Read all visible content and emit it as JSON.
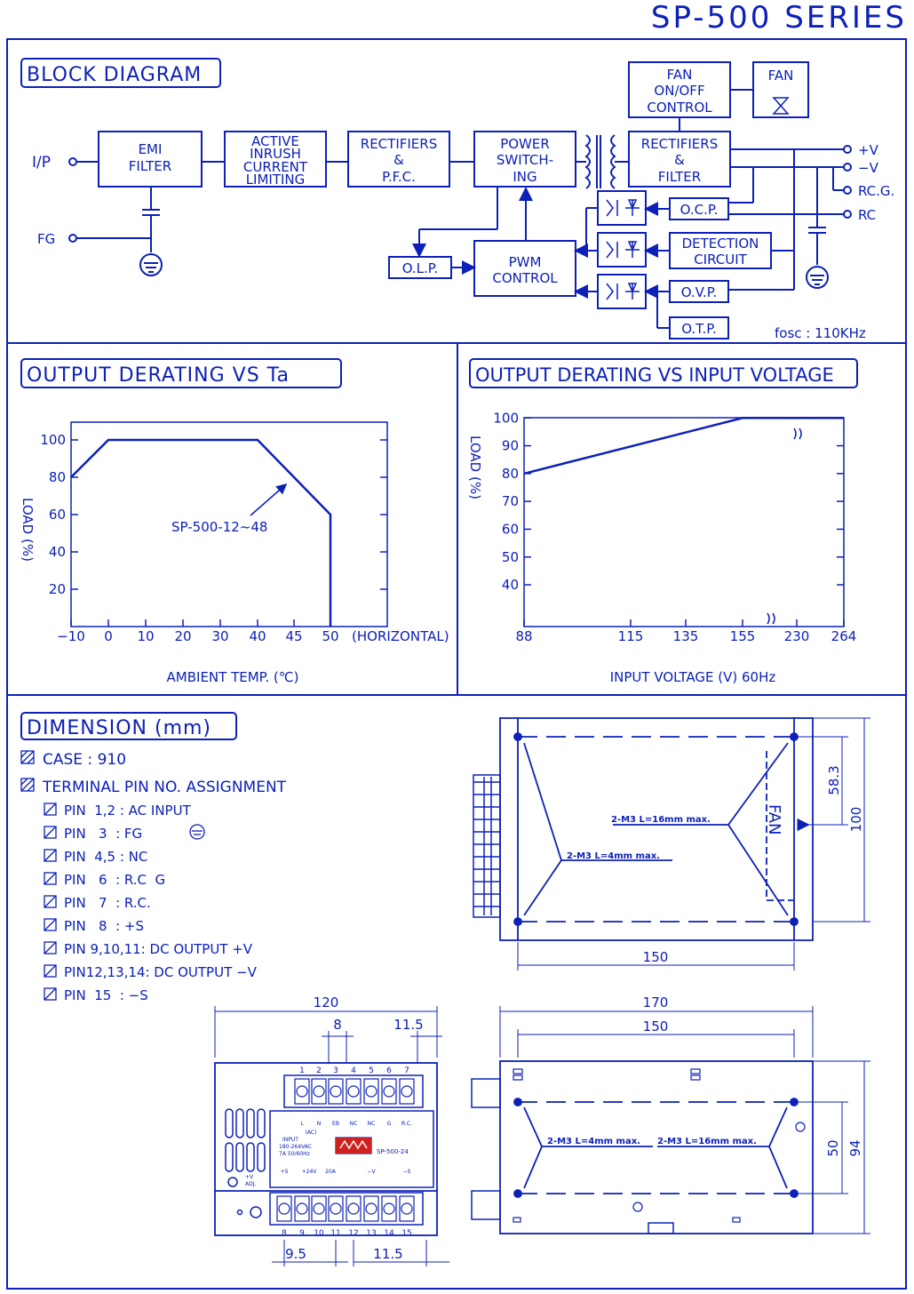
{
  "series_title": "SP-500 SERIES",
  "block_diagram": {
    "heading": "BLOCK DIAGRAM",
    "inputs": [
      "I/P",
      "FG"
    ],
    "blocks": {
      "emi": [
        "EMI",
        "FILTER"
      ],
      "inrush": [
        "ACTIVE",
        "INRUSH",
        "CURRENT",
        "LIMITING"
      ],
      "rect_pfc": [
        "RECTIFIERS",
        "&",
        "P.F.C."
      ],
      "power_sw": [
        "POWER",
        "SWITCH-",
        "ING"
      ],
      "rect_filter": [
        "RECTIFIERS",
        "&",
        "FILTER"
      ],
      "fan_ctrl": [
        "FAN",
        "ON/OFF",
        "CONTROL"
      ],
      "fan": "FAN",
      "ocp": "O.C.P.",
      "detect": [
        "DETECTION",
        "CIRCUIT"
      ],
      "ovp": "O.V.P.",
      "otp": "O.T.P.",
      "olp": "O.L.P.",
      "pwm": [
        "PWM",
        "CONTROL"
      ]
    },
    "outputs": [
      "+V",
      "−V",
      "RC.G.",
      "RC"
    ],
    "fosc": "fosc : 110KHz"
  },
  "chart_data": [
    {
      "type": "line",
      "title": "OUTPUT DERATING VS Ta",
      "xlabel": "AMBIENT TEMP. (℃)",
      "ylabel": "LOAD (%)",
      "x_ticks": [
        "−10",
        "0",
        "10",
        "20",
        "30",
        "40",
        "45",
        "50"
      ],
      "x_extra": "(HORIZONTAL)",
      "y_ticks": [
        20,
        40,
        60,
        80,
        100
      ],
      "annotation": "SP-500-12~48",
      "points": [
        [
          -10,
          80
        ],
        [
          0,
          100
        ],
        [
          40,
          100
        ],
        [
          50,
          60
        ],
        [
          50,
          0
        ]
      ]
    },
    {
      "type": "line",
      "title": "OUTPUT DERATING VS INPUT VOLTAGE",
      "xlabel": "INPUT VOLTAGE (V) 60Hz",
      "ylabel": "LOAD (%)",
      "x_ticks": [
        "88",
        "115",
        "135",
        "155",
        "230",
        "264"
      ],
      "y_ticks": [
        40,
        50,
        60,
        70,
        80,
        90,
        100
      ],
      "points": [
        [
          88,
          80
        ],
        [
          155,
          100
        ],
        [
          264,
          100
        ]
      ]
    }
  ],
  "dimension": {
    "heading": "DIMENSION (mm)",
    "case": "CASE : 910",
    "terminal_heading": "TERMINAL PIN NO. ASSIGNMENT",
    "pins": [
      "PIN  1,2 : AC INPUT",
      "PIN   3  : FG",
      "PIN  4,5 : NC",
      "PIN   6  : R.C  G",
      "PIN   7  : R.C.",
      "PIN   8  : +S",
      "PIN 9,10,11: DC OUTPUT +V",
      "PIN12,13,14: DC OUTPUT −V",
      "PIN  15  : −S"
    ],
    "top_view": {
      "fan": "FAN",
      "screw1": "2-M3 L=16mm max.",
      "screw2": "2-M3 L=4mm max.",
      "dims": [
        "58.3",
        "100",
        "150"
      ]
    },
    "front_view": {
      "dims": [
        "120",
        "8",
        "11.5",
        "9.5",
        "11.5"
      ],
      "pin_top": [
        "1",
        "2",
        "3",
        "4",
        "5",
        "6",
        "7"
      ],
      "pin_bottom": [
        "8",
        "9",
        "10",
        "11",
        "12",
        "13",
        "14",
        "15"
      ],
      "model": "SP-500-24",
      "input": [
        "INPUT",
        "180-264VAC",
        "7A  50/60Hz"
      ],
      "terminal_labels": [
        "L",
        "N",
        "EB",
        "NC",
        "NC",
        "G",
        "R.C."
      ],
      "ac": "(AC)",
      "out_labels": [
        "+S",
        "+24V",
        "20A",
        "−V",
        "−S"
      ],
      "adj": [
        "+V",
        "ADJ."
      ]
    },
    "side_view": {
      "dims": [
        "170",
        "150",
        "50",
        "94"
      ],
      "screw1": "2-M3 L=4mm max.",
      "screw2": "2-M3 L=16mm max."
    }
  }
}
